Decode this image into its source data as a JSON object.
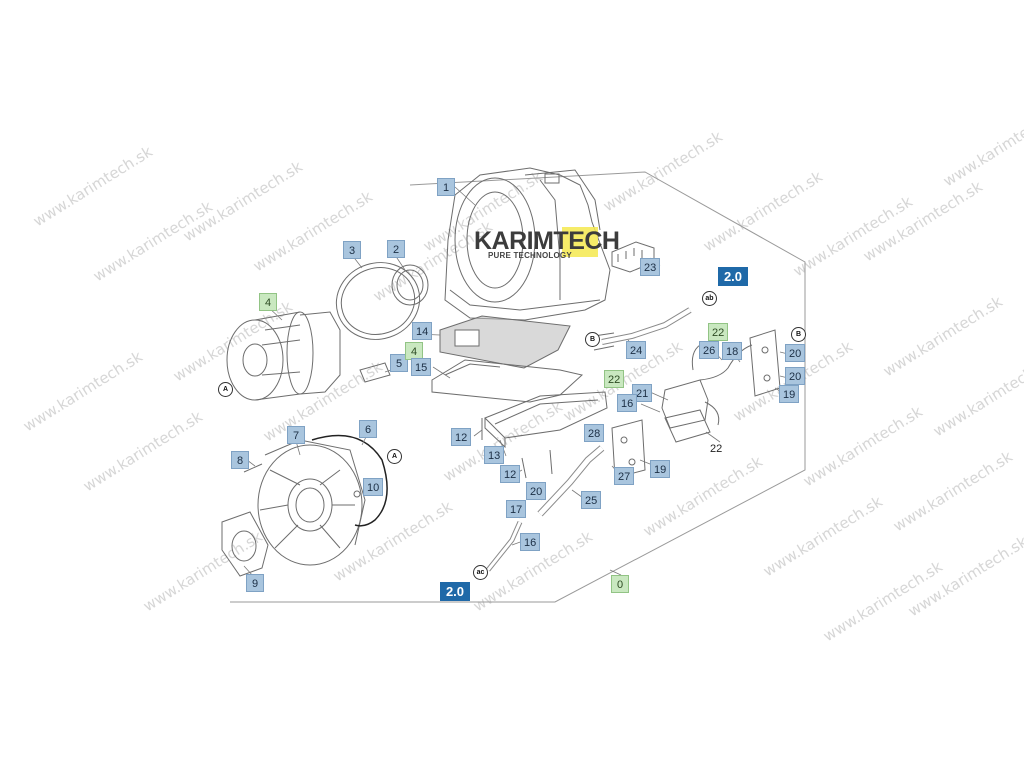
{
  "watermark": "www.karimtech.sk",
  "logo": {
    "name": "KARIMTECH",
    "tagline": "PURE TECHNOLOGY"
  },
  "section_tag": "2.0",
  "connectors": {
    "a": "A",
    "b": "B",
    "ab": "ab",
    "ac": "ac"
  },
  "parts": {
    "p0": "0",
    "p1": "1",
    "p2": "2",
    "p3": "3",
    "p4a": "4",
    "p4b": "4",
    "p5": "5",
    "p6": "6",
    "p7": "7",
    "p8": "8",
    "p9": "9",
    "p10": "10",
    "p12a": "12",
    "p12b": "12",
    "p13": "13",
    "p14": "14",
    "p15": "15",
    "p16a": "16",
    "p16b": "16",
    "p17": "17",
    "p18": "18",
    "p19a": "19",
    "p19b": "19",
    "p20a": "20",
    "p20b": "20",
    "p20c": "20",
    "p21": "21",
    "p22a": "22",
    "p22b": "22",
    "p22c": "22",
    "p23": "23",
    "p24": "24",
    "p25": "25",
    "p26": "26",
    "p27": "27",
    "p28": "28"
  }
}
